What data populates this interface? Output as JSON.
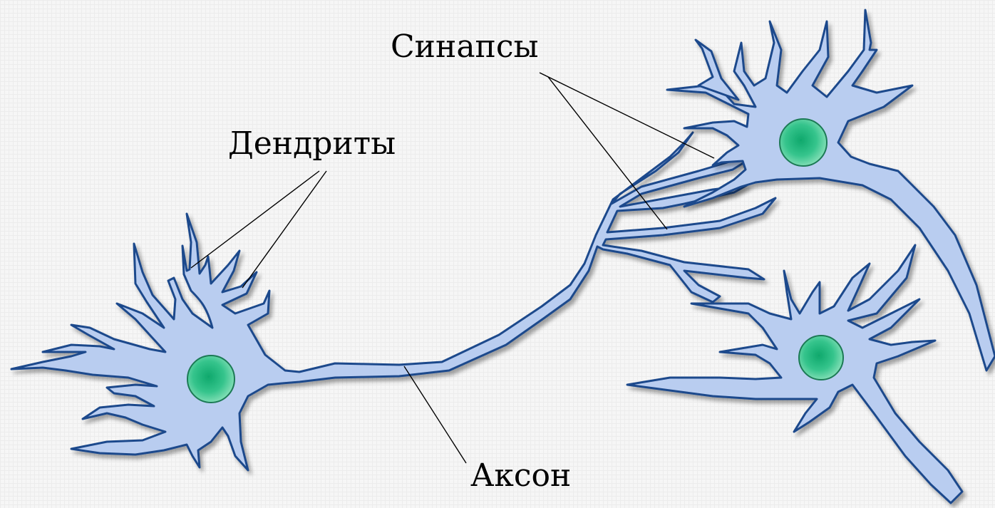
{
  "labels": {
    "synapses": "Синапсы",
    "dendrites": "Дендриты",
    "axon": "Аксон"
  },
  "colors": {
    "cell_fill": "#b9cdf0",
    "cell_outline": "#1e4a8c",
    "nucleus": "#2fbf86",
    "background": "#f6f6f6"
  }
}
